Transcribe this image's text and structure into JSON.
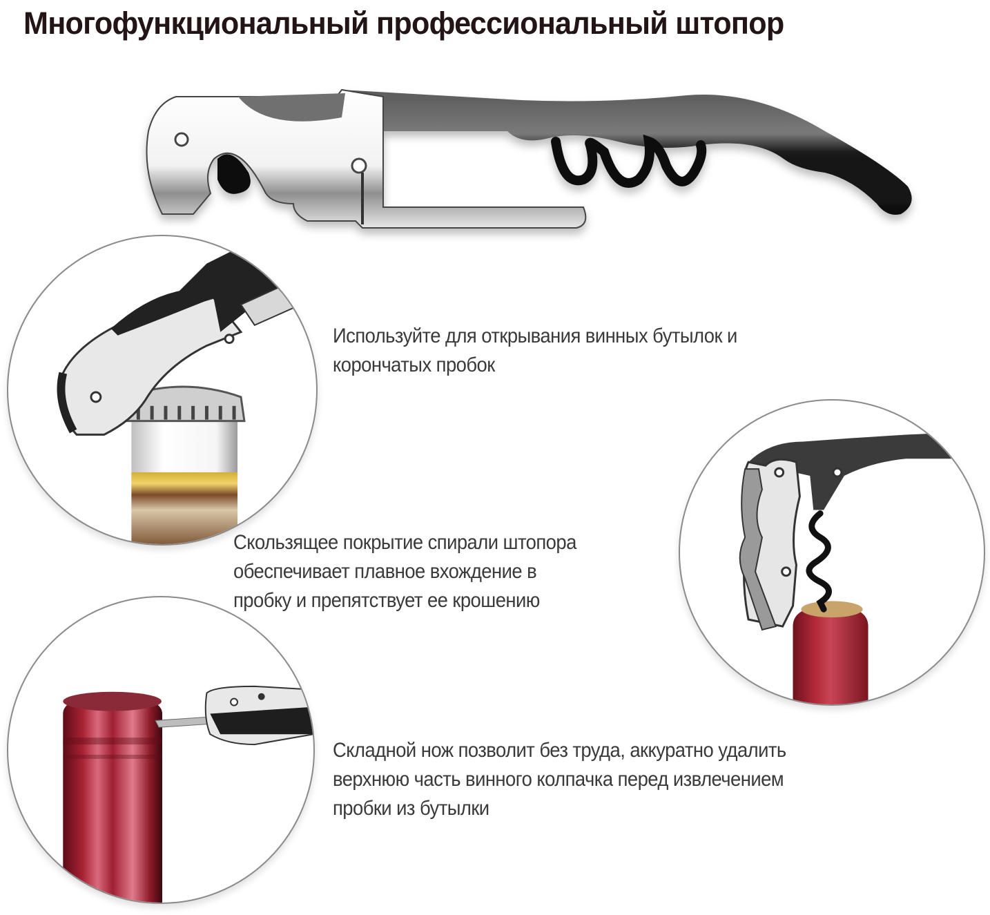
{
  "title": "Многофункциональный профессиональный штопор",
  "hero": {
    "icon": "waiters-corkscrew-icon",
    "description": "Folded waiter's corkscrew with stainless steel body and black handle"
  },
  "features": [
    {
      "id": "bottle-opener",
      "icon": "bottle-cap-opener-icon",
      "lines": [
        "Используйте для открывания винных бутылок и",
        "корончатых пробок"
      ]
    },
    {
      "id": "coated-spiral",
      "icon": "corkscrew-spiral-icon",
      "lines": [
        "Скользящее покрытие спирали штопора",
        "обеспечивает плавное вхождение в",
        "пробку и препятствует ее крошению"
      ]
    },
    {
      "id": "foil-knife",
      "icon": "foil-cutter-knife-icon",
      "lines": [
        "Складной нож позволит без труда, аккуратно удалить",
        "верхнюю часть винного колпачка перед извлечением",
        "пробки из бутылки"
      ]
    }
  ],
  "colors": {
    "title": "#231516",
    "text": "#3a3a3a",
    "circle_border": "#8a8a8a",
    "steel": "#d9d9d9",
    "handle": "#2b2b2b",
    "wine_red": "#9c1f2e",
    "gold_band": "#c9a227"
  }
}
